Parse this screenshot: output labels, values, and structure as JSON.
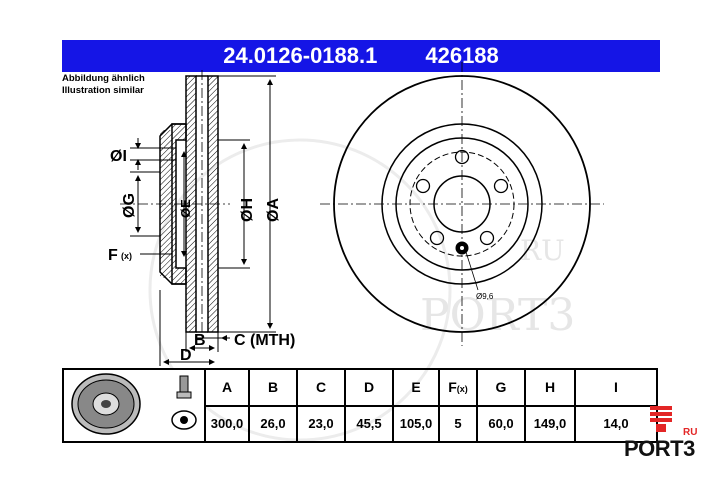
{
  "header": {
    "part_number": "24.0126-0188.1",
    "ref_number": "426188"
  },
  "caption": {
    "line1": "Abbildung ähnlich",
    "line2": "Illustration similar"
  },
  "dimensions": {
    "I": "ØI",
    "G": "ØG",
    "E": "ØE",
    "H": "ØH",
    "A": "ØA",
    "F": "F",
    "F_sub": "(x)",
    "B": "B",
    "C": "C (MTH)",
    "D": "D",
    "bolt_hole": "Ø9,6"
  },
  "watermark": {
    "ru": "RU",
    "text": "PORT3"
  },
  "table": {
    "headers": [
      "A",
      "B",
      "C",
      "D",
      "E",
      "F",
      "G",
      "H",
      "I"
    ],
    "f_sub": "(x)",
    "values": [
      "300,0",
      "26,0",
      "23,0",
      "45,5",
      "105,0",
      "5",
      "60,0",
      "149,0",
      "14,0"
    ]
  },
  "brand": {
    "ru": "RU",
    "name": "PORT3"
  },
  "colors": {
    "header_bg": "#1515e6",
    "brand_red": "#e32626"
  }
}
